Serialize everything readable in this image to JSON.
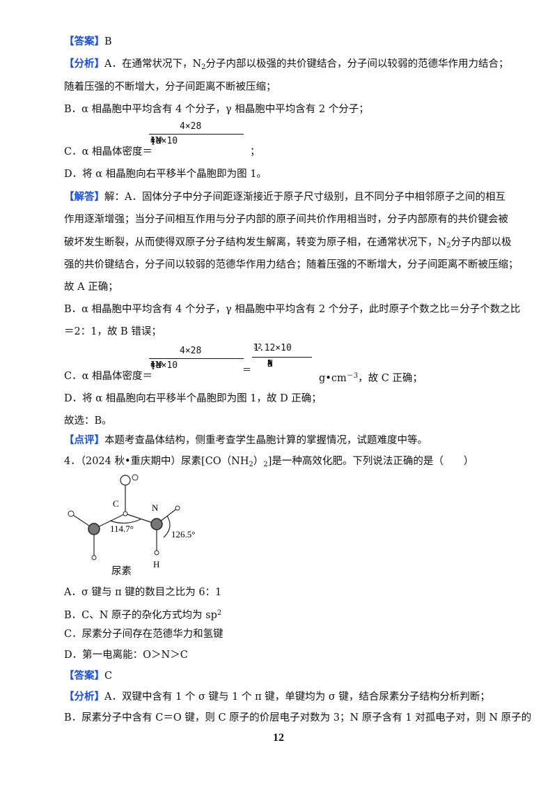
{
  "tags": {
    "answer": "【答案】",
    "analysis": "【分析】",
    "solution": "【解答】",
    "comment": "【点评】"
  },
  "q3": {
    "answer": "B",
    "analysis_a1": "A．在通常状况下，N",
    "analysis_a1_sub": "2",
    "analysis_a1_tail": "分子内部以极强的共价键结合，分子间以较弱的范德华作用力结合；",
    "analysis_a2": "随着压强的不断增大，分子间距离不断被压缩；",
    "analysis_b": "B．α 相晶胞中平均含有 4 个分子，γ 相晶胞中平均含有 2 个分子；",
    "analysis_c_label": "C．α 相晶体密度＝",
    "analysis_c_tail": "；",
    "analysis_d": "D．将 α 相晶胞向右平移半个晶胞即为图 1。",
    "sol_1": "解：A．固体分子中分子间距逐渐接近于原子尺寸级别，且不同分子中相邻原子之间的相互",
    "sol_2": "作用逐渐增强；当分子间相互作用与分子内部的原子间共价作用相当时，分子内部原有的共价键会被",
    "sol_3": "破坏发生断裂，从而使得双原子分子结构发生解离，转变为原子相，在通常状况下，N",
    "sol_3_sub": "2",
    "sol_3_tail": "分子内部以极",
    "sol_4": "强的共价键结合，分子间以较弱的范德华作用力结合；随着压强的不断增大，分子间距离不断被压缩；",
    "sol_5": "故 A 正确；",
    "sol_6": "B．α 相晶胞中平均含有 4 个分子，γ 相晶胞中平均含有 2 个分子，此时原子个数之比＝分子个数之比",
    "sol_7": "＝2：1，故 B 错误；",
    "sol_c_label": "C．α 相晶体密度＝",
    "sol_c_unit": "g•cm",
    "sol_c_unit_sup": "－3",
    "sol_c_tail": "，故 C 正确；",
    "sol_d": "D．将 α 相晶胞向右平移半个晶胞即为图 1，故 D 正确；",
    "sol_choice": "故选：B。",
    "comment": "本题考查晶体结构，侧重考查学生晶胞计算的掌握情况，试题难度中等。"
  },
  "formula": {
    "num": "4×28",
    "den": "(a×10",
    "den_exp": "−10",
    "den_tail": ")",
    "den_cube": "3",
    "den_na": "×N",
    "den_na_sub": "A",
    "equals": "＝",
    "num2": "1.12×10",
    "num2_exp": "32",
    "den2": "a",
    "den2_exp": "3",
    "den2_na": "N",
    "den2_na_sub": "A"
  },
  "q4": {
    "stem_pre": "4．（2024 秋•重庆期中）尿素[CO（NH",
    "stem_sub": "2",
    "stem_post": "）",
    "stem_sub2": "2",
    "stem_tail": "]是一种高效化肥。下列说法正确的是（　　）",
    "fig_c": "C",
    "fig_n": "N",
    "fig_h": "H",
    "fig_angle1": "114.7°",
    "fig_angle2": "126.5°",
    "fig_caption": "尿素",
    "opt_a": "A．σ 键与 π 键的数目之比为 6：1",
    "opt_b": "B．C、N 原子的杂化方式均为 sp",
    "opt_b_sup": "2",
    "opt_c": "C．尿素分子间存在范德华力和氢键",
    "opt_d": "D．第一电离能：O＞N＞C",
    "answer": "C",
    "analysis_a": "A．双键中含有 1 个 σ 键与 1 个 π 键，单键均为 σ 键，结合尿素分子结构分析判断；",
    "analysis_b": "B．尿素分子中含有 C＝O 键，则 C 原子的价层电子对数为 3；N 原子含有 1 对孤电子对，则 N 原子的"
  },
  "page_number": "12"
}
